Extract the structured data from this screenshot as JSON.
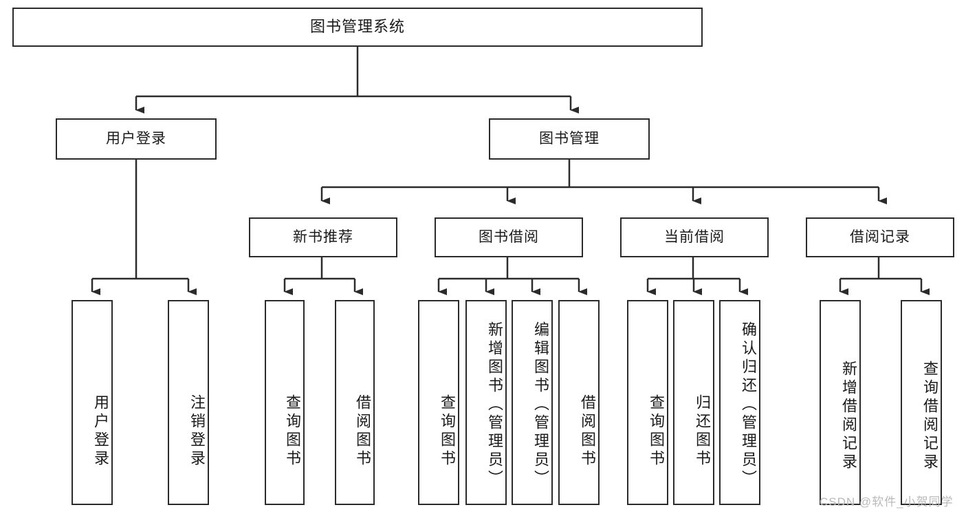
{
  "diagram": {
    "title": "图书管理系统",
    "type": "tree-structure-chart",
    "line_color": "#2b2b2b",
    "box_fill": "#ffffff",
    "text_color": "#1a1a1a"
  },
  "root": {
    "label": "图书管理系统"
  },
  "level2": [
    {
      "label": "用户登录"
    },
    {
      "label": "图书管理"
    }
  ],
  "level3": [
    {
      "label": "新书推荐"
    },
    {
      "label": "图书借阅"
    },
    {
      "label": "当前借阅"
    },
    {
      "label": "借阅记录"
    }
  ],
  "leaves": {
    "user_login": [
      {
        "label": "用户登录"
      },
      {
        "label": "注销登录"
      }
    ],
    "new_book_recommend": [
      {
        "label": "查询图书"
      },
      {
        "label": "借阅图书"
      }
    ],
    "book_borrow": [
      {
        "label": "查询图书"
      },
      {
        "label": "新增图书（管理员）"
      },
      {
        "label": "编辑图书（管理员）"
      },
      {
        "label": "借阅图书"
      }
    ],
    "current_borrow": [
      {
        "label": "查询图书"
      },
      {
        "label": "归还图书"
      },
      {
        "label": "确认归还（管理员）"
      }
    ],
    "borrow_record": [
      {
        "label": "新增借阅记录"
      },
      {
        "label": "查询借阅记录"
      }
    ]
  },
  "watermark": {
    "text": "CSDN @软件_小贺同学"
  }
}
